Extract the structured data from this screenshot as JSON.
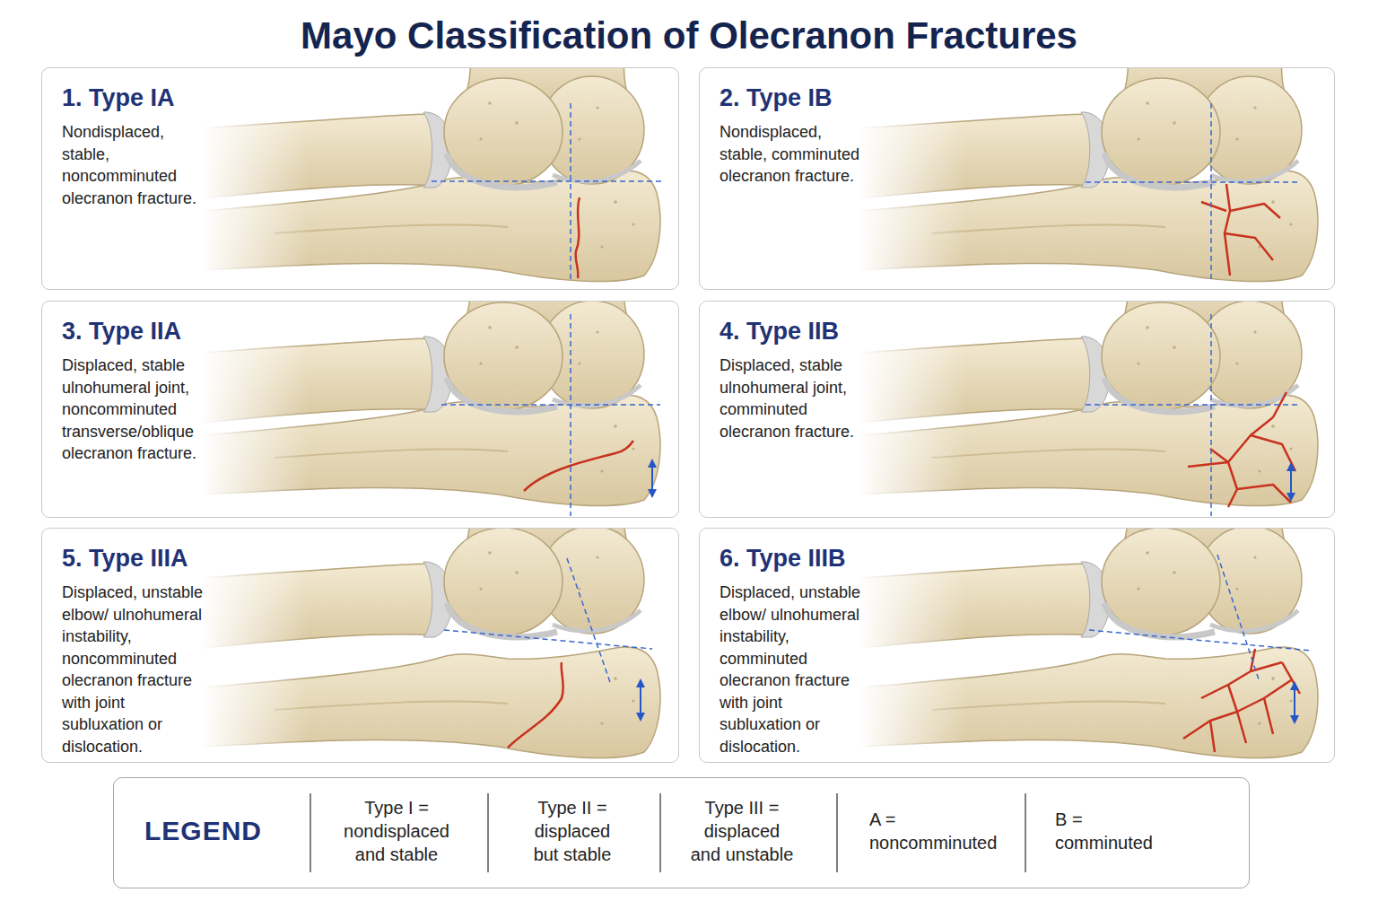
{
  "diagram": {
    "title": "Mayo Classification of Olecranon Fractures",
    "nodes": [
      {
        "text": [
          "1. Type IA",
          "Nondisplaced, stable, noncomminuted olecranon fracture."
        ]
      },
      {
        "text": [
          "2. Type IB",
          "Nondisplaced, stable, comminuted olecranon fracture."
        ]
      },
      {
        "text": [
          "3. Type IIA",
          "Displaced, stable ulnohumeral joint, noncomminuted transverse/oblique olecranon fracture."
        ]
      },
      {
        "text": [
          "4. Type IIB",
          "Displaced, stable ulnohumeral joint, comminuted olecranon fracture."
        ]
      },
      {
        "text": [
          "5. Type IIIA",
          "Displaced, unstable elbow/ ulnohumeral instability, noncomminuted olecranon fracture with joint subluxation or dislocation."
        ]
      },
      {
        "text": [
          "6. Type IIIB",
          "Displaced, unstable elbow/ ulnohumeral instability, comminuted olecranon fracture with joint subluxation or dislocation."
        ]
      },
      {
        "text": [
          "LEGEND",
          "Type I = nondisplaced and stable",
          "Type II = displaced but stable",
          "Type III = displaced and unstable",
          "A = noncomminuted",
          "B = comminuted"
        ]
      }
    ]
  }
}
